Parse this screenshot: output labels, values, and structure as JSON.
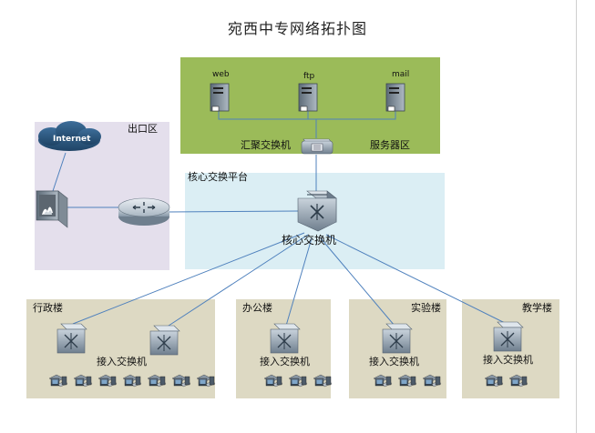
{
  "title": "宛西中专网络拓扑图",
  "zones": {
    "server": {
      "label": "服务器区",
      "switch_label": "汇聚交换机"
    },
    "exit": {
      "label": "出口区",
      "cloud_label": "Internet"
    },
    "core": {
      "label": "核心交换平台",
      "switch_label": "核心交换机"
    },
    "buildings": [
      {
        "name": "行政楼",
        "switch_label": "接入交换机",
        "pcs": 7
      },
      {
        "name": "办公楼",
        "switch_label": "接入交换机",
        "pcs": 3
      },
      {
        "name": "实验楼",
        "switch_label": "接入交换机",
        "pcs": 3
      },
      {
        "name": "教学楼",
        "switch_label": "接入交换机",
        "pcs": 2
      }
    ]
  },
  "servers": [
    {
      "name": "web"
    },
    {
      "name": "ftp"
    },
    {
      "name": "mail"
    }
  ],
  "colors": {
    "server_zone": "#9bbb59",
    "exit_zone": "#e4dfec",
    "core_zone": "#dbeef4",
    "building_zone": "#ddd9c3",
    "link": "#4f81bd"
  }
}
